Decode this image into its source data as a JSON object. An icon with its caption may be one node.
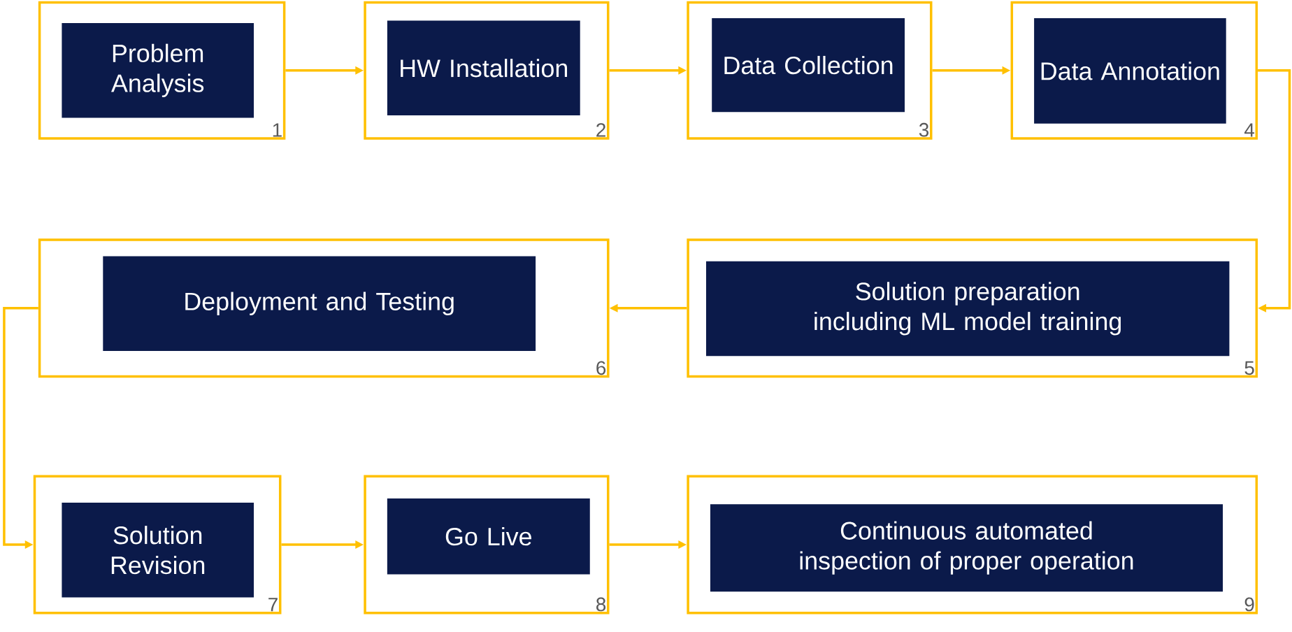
{
  "diagram": {
    "nodes": [
      {
        "text": [
          "1"
        ]
      },
      {
        "text": [
          "Problem Analysis"
        ],
        "in": 0
      },
      {
        "text": [
          "2"
        ]
      },
      {
        "text": [
          "HW Installation"
        ],
        "in": 2
      },
      {
        "text": [
          "3"
        ]
      },
      {
        "text": [
          "Data Collection"
        ],
        "in": 4
      },
      {
        "text": [
          "4"
        ]
      },
      {
        "text": [
          "Data Annotation"
        ],
        "in": 6
      },
      {
        "text": [
          "5"
        ]
      },
      {
        "text": [
          "Solution preparation including ML model training"
        ],
        "in": 8
      },
      {
        "text": [
          "6"
        ]
      },
      {
        "text": [
          "Deployment and Testing"
        ],
        "in": 10
      },
      {
        "text": [
          "7"
        ]
      },
      {
        "text": [
          "Solution Revision"
        ],
        "in": 12
      },
      {
        "text": [
          "8"
        ]
      },
      {
        "text": [
          "Go Live"
        ],
        "in": 14
      },
      {
        "text": [
          "9"
        ]
      },
      {
        "text": [
          "Continuous automated inspection of proper operation"
        ],
        "in": 16
      }
    ],
    "edges": [
      {
        "from": 0,
        "to": 2,
        "arrow": "to"
      },
      {
        "from": 2,
        "to": 4,
        "arrow": "to"
      },
      {
        "from": 4,
        "to": 6,
        "arrow": "to"
      },
      {
        "from": 6,
        "to": 8,
        "arrow": "to"
      },
      {
        "from": 8,
        "to": 10,
        "arrow": "to"
      },
      {
        "from": 10,
        "to": 12,
        "arrow": "to"
      },
      {
        "from": 12,
        "to": 14,
        "arrow": "to"
      },
      {
        "from": 14,
        "to": 16,
        "arrow": "to"
      }
    ]
  }
}
